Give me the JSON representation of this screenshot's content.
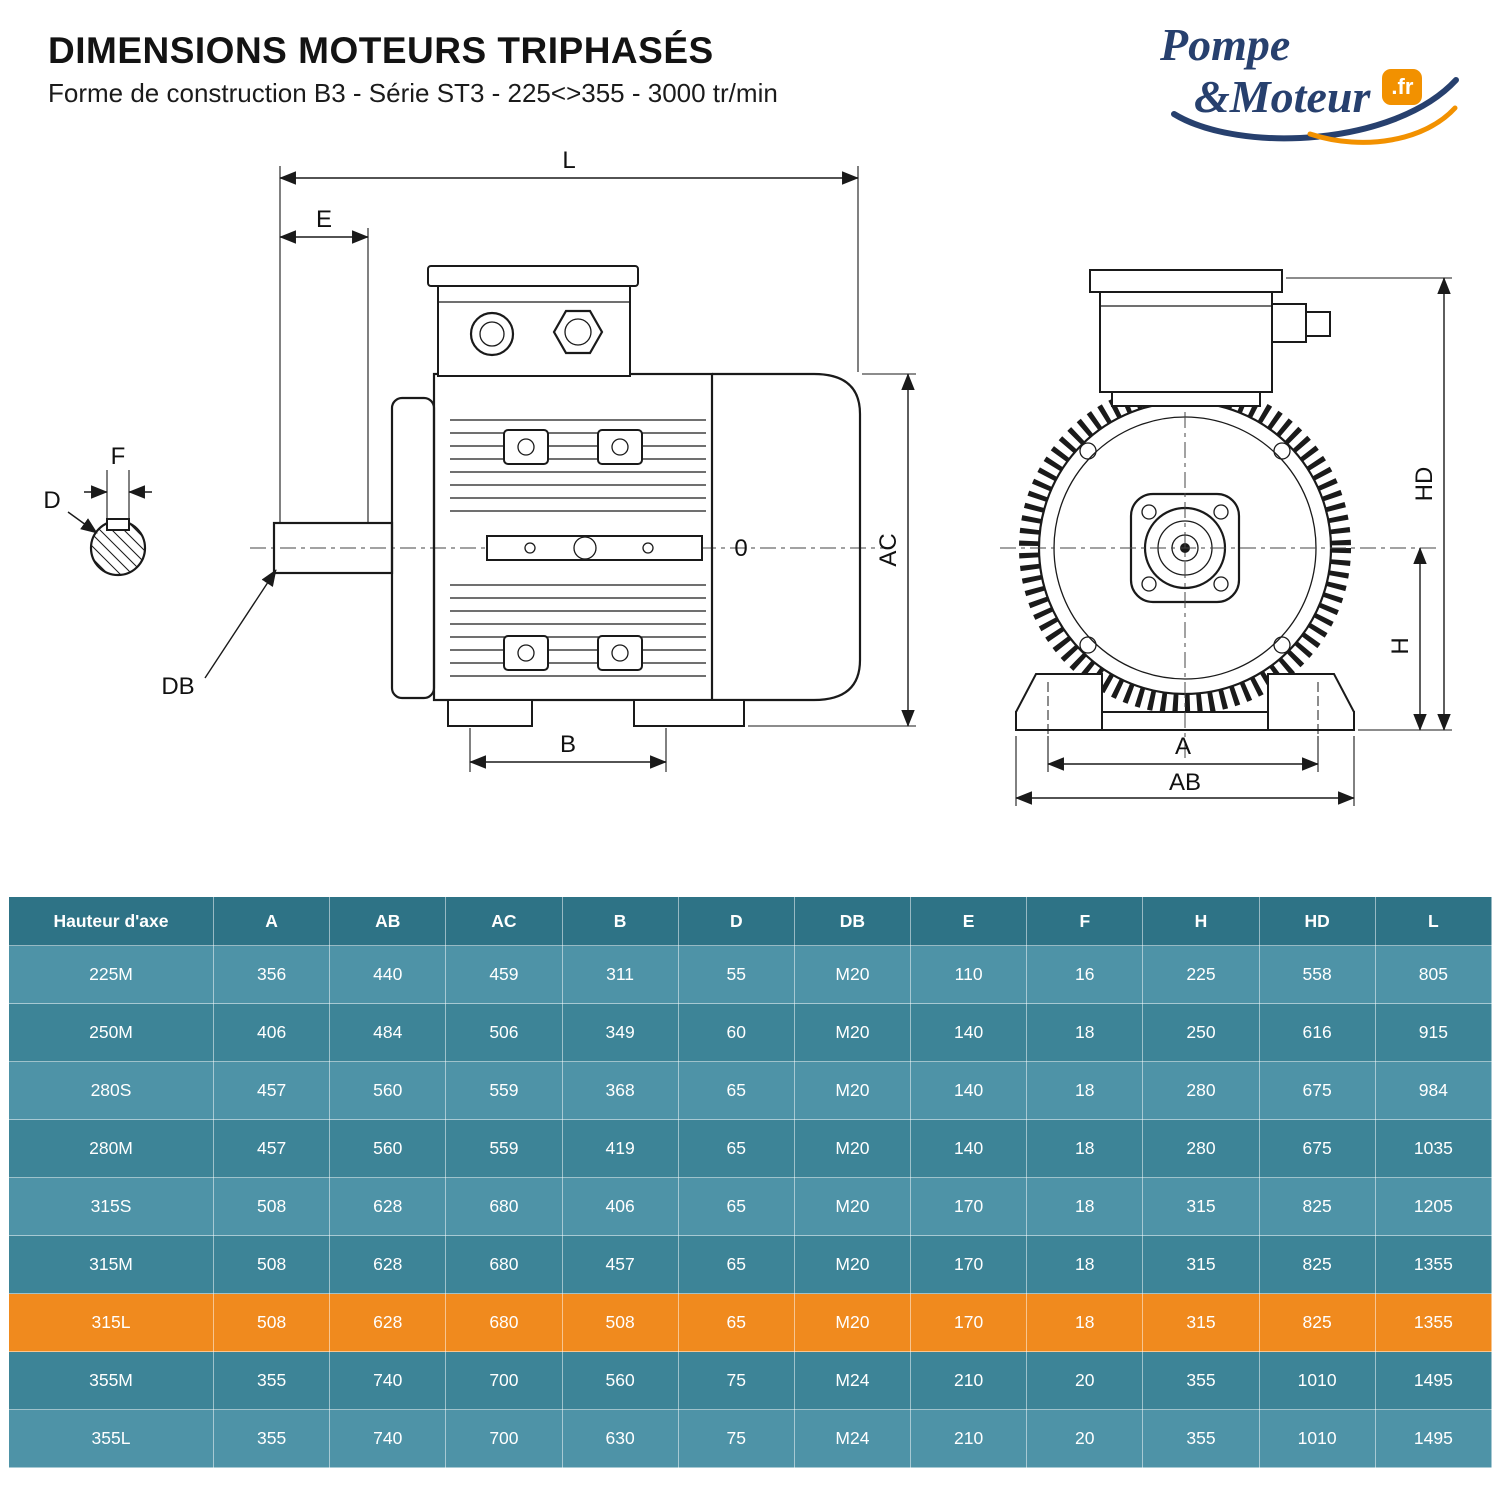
{
  "page": {
    "title": "DIMENSIONS MOTEURS TRIPHASÉS",
    "subtitle": "Forme de construction B3 - Série ST3 - 225<>355 - 3000 tr/min"
  },
  "logo": {
    "word1": "Pompe",
    "word2": "&Moteur",
    "tld": ".fr"
  },
  "diagram": {
    "labels": {
      "L": "L",
      "E": "E",
      "F": "F",
      "D": "D",
      "DB": "DB",
      "B": "B",
      "AC": "AC",
      "zero": "0",
      "HD": "HD",
      "H": "H",
      "A": "A",
      "AB": "AB"
    }
  },
  "table": {
    "columns": [
      "Hauteur d'axe",
      "A",
      "AB",
      "AC",
      "B",
      "D",
      "DB",
      "E",
      "F",
      "H",
      "HD",
      "L"
    ],
    "highlight_color": "#f08a1e",
    "rows": [
      {
        "values": [
          "225M",
          "356",
          "440",
          "459",
          "311",
          "55",
          "M20",
          "110",
          "16",
          "225",
          "558",
          "805"
        ],
        "highlight": false
      },
      {
        "values": [
          "250M",
          "406",
          "484",
          "506",
          "349",
          "60",
          "M20",
          "140",
          "18",
          "250",
          "616",
          "915"
        ],
        "highlight": false
      },
      {
        "values": [
          "280S",
          "457",
          "560",
          "559",
          "368",
          "65",
          "M20",
          "140",
          "18",
          "280",
          "675",
          "984"
        ],
        "highlight": false
      },
      {
        "values": [
          "280M",
          "457",
          "560",
          "559",
          "419",
          "65",
          "M20",
          "140",
          "18",
          "280",
          "675",
          "1035"
        ],
        "highlight": false
      },
      {
        "values": [
          "315S",
          "508",
          "628",
          "680",
          "406",
          "65",
          "M20",
          "170",
          "18",
          "315",
          "825",
          "1205"
        ],
        "highlight": false
      },
      {
        "values": [
          "315M",
          "508",
          "628",
          "680",
          "457",
          "65",
          "M20",
          "170",
          "18",
          "315",
          "825",
          "1355"
        ],
        "highlight": false
      },
      {
        "values": [
          "315L",
          "508",
          "628",
          "680",
          "508",
          "65",
          "M20",
          "170",
          "18",
          "315",
          "825",
          "1355"
        ],
        "highlight": true
      },
      {
        "values": [
          "355M",
          "355",
          "740",
          "700",
          "560",
          "75",
          "M24",
          "210",
          "20",
          "355",
          "1010",
          "1495"
        ],
        "highlight": false
      },
      {
        "values": [
          "355L",
          "355",
          "740",
          "700",
          "630",
          "75",
          "M24",
          "210",
          "20",
          "355",
          "1010",
          "1495"
        ],
        "highlight": false
      }
    ]
  }
}
